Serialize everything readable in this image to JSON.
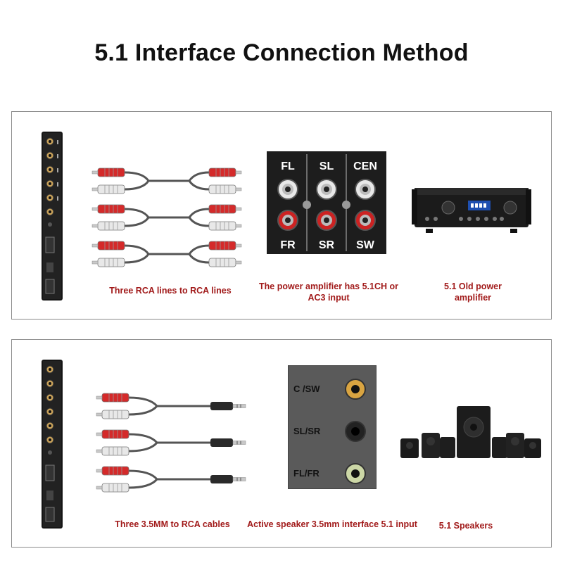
{
  "title": "5.1 Interface Connection Method",
  "panel1": {
    "caption_cables": "Three RCA lines to RCA lines",
    "caption_panel": "The power amplifier has 5.1CH or AC3 input",
    "caption_amplifier": "5.1 Old power amplifier",
    "jack_labels": {
      "fl": "FL",
      "sl": "SL",
      "cen": "CEN",
      "fr": "FR",
      "sr": "SR",
      "sw": "SW"
    }
  },
  "panel2": {
    "caption_cables": "Three 3.5MM to RCA cables",
    "caption_panel": "Active speaker 3.5mm interface 5.1 input",
    "caption_speakers": "5.1 Speakers",
    "jack_labels": {
      "c_sw": "C /SW",
      "sl_sr": "SL/SR",
      "fl_fr": "FL/FR"
    }
  },
  "colors": {
    "caption": "#a11a1a",
    "plug_red": "#d42a2a",
    "plug_white": "#e8e8e8",
    "device_black": "#1b1b1b",
    "panel_border": "#8a8a8a"
  }
}
